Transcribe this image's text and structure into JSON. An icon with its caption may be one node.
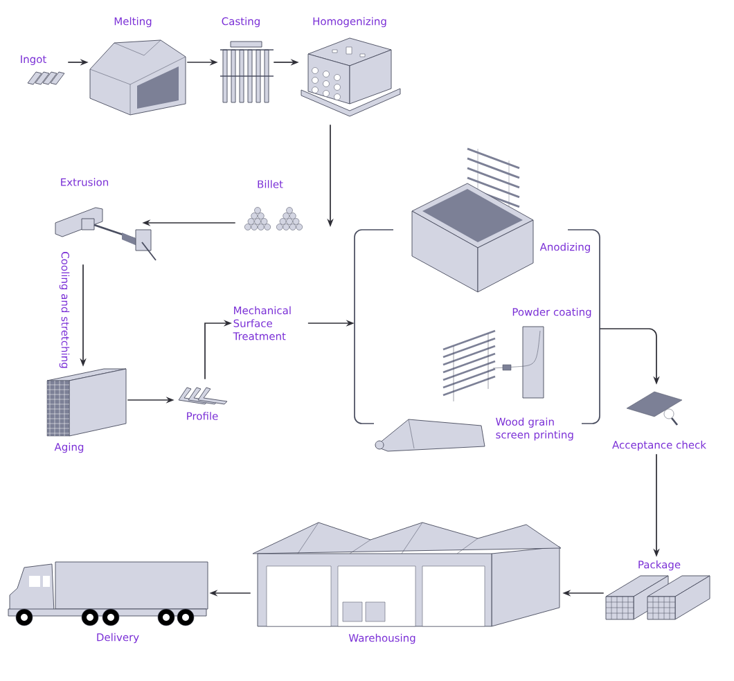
{
  "diagram": {
    "nodes": [
      {
        "text": [
          "Ingot"
        ]
      },
      {
        "text": [
          "Melting"
        ]
      },
      {
        "text": [
          "Casting"
        ]
      },
      {
        "text": [
          "Homogenizing"
        ]
      },
      {
        "text": [
          "Billet"
        ]
      },
      {
        "text": [
          "Extrusion"
        ]
      },
      {
        "text": [
          "Aging"
        ]
      },
      {
        "text": [
          "Profile"
        ]
      },
      {
        "text": [
          "Mechanical Surface Treatment"
        ]
      },
      {
        "text": [],
        "shape": "bracket"
      },
      {
        "text": [
          "Anodizing"
        ]
      },
      {
        "text": [
          "Powder coating"
        ],
        "in": 9
      },
      {
        "text": [
          "Wood grain screen printing"
        ]
      },
      {
        "text": [
          "Acceptance check"
        ]
      },
      {
        "text": [
          "Package"
        ]
      },
      {
        "text": [
          "Warehousing"
        ]
      },
      {
        "text": [
          "Delivery"
        ]
      }
    ],
    "edges": [
      {
        "from": 0,
        "to": 1,
        "arrow": "to"
      },
      {
        "from": 1,
        "to": 2,
        "arrow": "to"
      },
      {
        "from": 2,
        "to": 3,
        "arrow": "to"
      },
      {
        "from": 3,
        "to": null,
        "arrow": "to"
      },
      {
        "from": 4,
        "to": 5,
        "arrow": "to"
      },
      {
        "from": 5,
        "to": 6,
        "arrow": "to",
        "label": "Cooling and stretching"
      },
      {
        "from": 6,
        "to": 7,
        "arrow": "to"
      },
      {
        "from": 7,
        "to": 8,
        "arrow": "to"
      },
      {
        "from": 8,
        "to": 9,
        "arrow": "to"
      },
      {
        "from": 9,
        "to": 13,
        "arrow": "to"
      },
      {
        "from": 13,
        "to": 14,
        "arrow": "to"
      },
      {
        "from": 14,
        "to": 15,
        "arrow": "to"
      },
      {
        "from": 15,
        "to": 16,
        "arrow": "to"
      }
    ]
  }
}
